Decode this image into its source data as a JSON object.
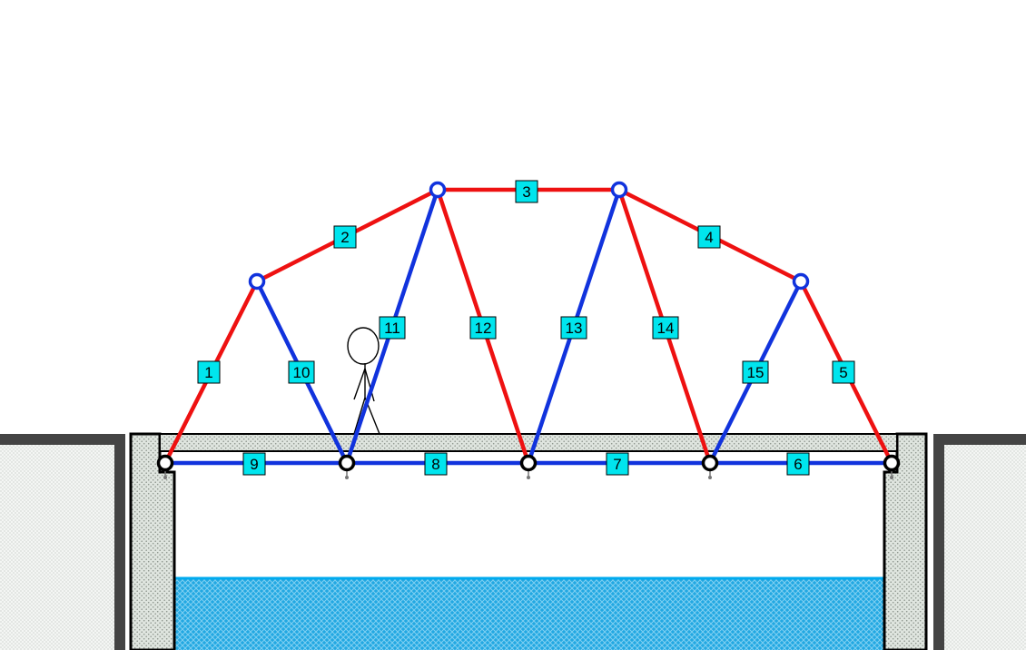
{
  "colors": {
    "tension": "#ee1111",
    "compression": "#1133dd",
    "label_fill": "#00e5ee",
    "water": "#1aa6e0",
    "ground": "#444444",
    "abutment_fill": "#dde3dd",
    "deck_fill": "#d4d8d4"
  },
  "icons": {
    "joint": "pin-joint-icon",
    "support": "support-icon",
    "figure": "stick-figure-icon"
  },
  "members": [
    {
      "id": "1",
      "state": "tension"
    },
    {
      "id": "2",
      "state": "tension"
    },
    {
      "id": "3",
      "state": "tension"
    },
    {
      "id": "4",
      "state": "tension"
    },
    {
      "id": "5",
      "state": "tension"
    },
    {
      "id": "6",
      "state": "compression"
    },
    {
      "id": "7",
      "state": "compression"
    },
    {
      "id": "8",
      "state": "compression"
    },
    {
      "id": "9",
      "state": "compression"
    },
    {
      "id": "10",
      "state": "compression"
    },
    {
      "id": "11",
      "state": "compression"
    },
    {
      "id": "12",
      "state": "tension"
    },
    {
      "id": "13",
      "state": "compression"
    },
    {
      "id": "14",
      "state": "tension"
    },
    {
      "id": "15",
      "state": "compression"
    }
  ]
}
